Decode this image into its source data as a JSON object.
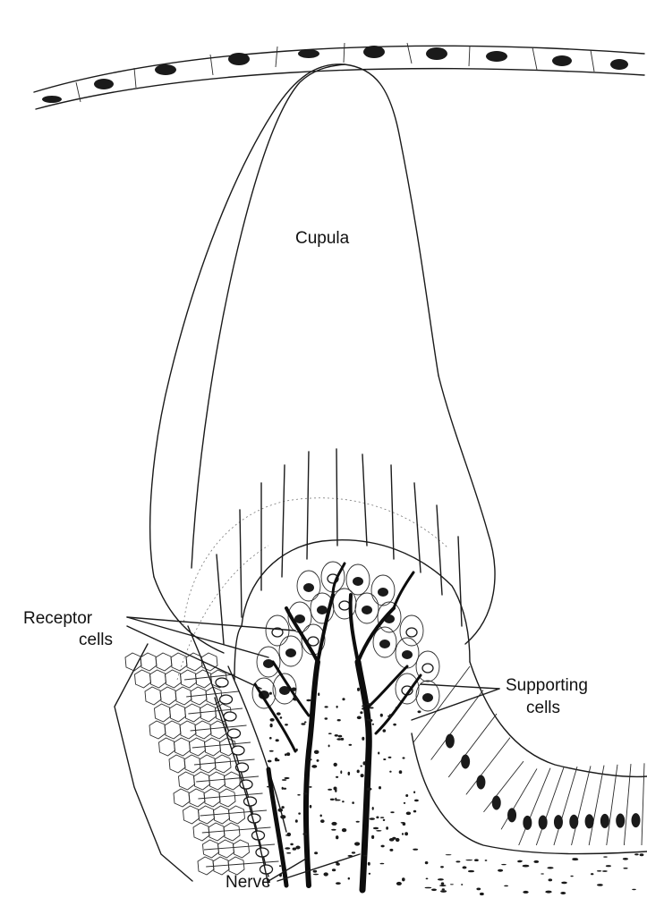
{
  "labels": {
    "cupula": "Cupula",
    "receptor_line1": "Receptor",
    "receptor_line2": "cells",
    "supporting_line1": "Supporting",
    "supporting_line2": "cells",
    "nerve": "Nerve"
  },
  "colors": {
    "ink": "#1a1a1a",
    "background": "#ffffff"
  }
}
